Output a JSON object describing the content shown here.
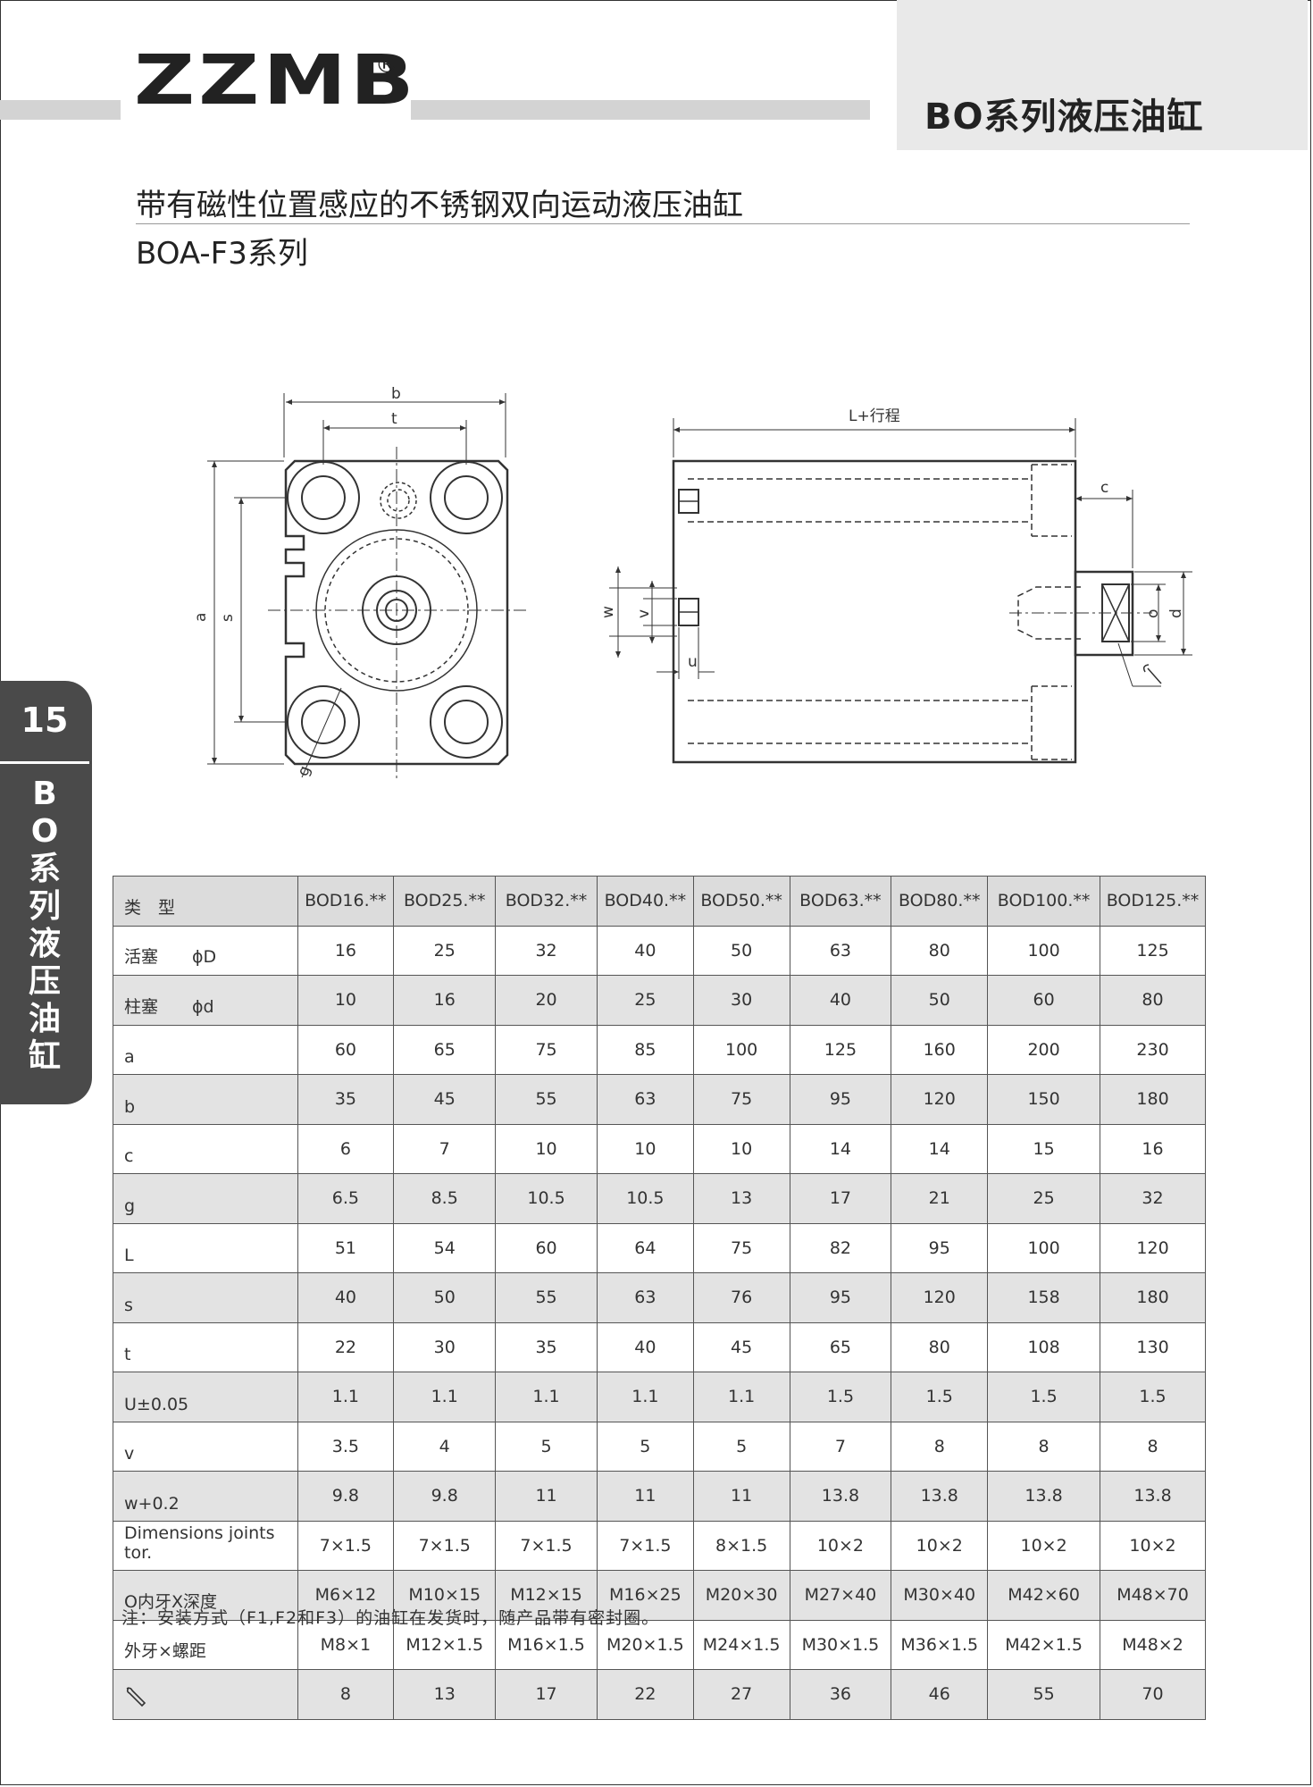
{
  "header": {
    "brand": "ZZMB",
    "registered": "®",
    "series_title": "BO系列液压油缸"
  },
  "subtitle": {
    "line1": "带有磁性位置感应的不锈钢双向运动液压油缸",
    "line2": "BOA-F3系列"
  },
  "side_tab": {
    "page_number": "15",
    "text": "BO系列液压油缸"
  },
  "drawing": {
    "front_labels": {
      "b": "b",
      "t": "t",
      "a": "a",
      "s": "s",
      "g": "g"
    },
    "side_labels": {
      "stroke": "L+行程",
      "c": "c",
      "w": "w",
      "v": "v",
      "u": "u",
      "o": "o",
      "d": "d"
    }
  },
  "table": {
    "header": [
      "类　型",
      "BOD16.**",
      "BOD25.**",
      "BOD32.**",
      "BOD40.**",
      "BOD50.**",
      "BOD63.**",
      "BOD80.**",
      "BOD100.**",
      "BOD125.**"
    ],
    "rows": [
      {
        "label": "活塞　　ϕD",
        "cells": [
          "16",
          "25",
          "32",
          "40",
          "50",
          "63",
          "80",
          "100",
          "125"
        ]
      },
      {
        "label": "柱塞　　ϕd",
        "cells": [
          "10",
          "16",
          "20",
          "25",
          "30",
          "40",
          "50",
          "60",
          "80"
        ]
      },
      {
        "label": "a",
        "cells": [
          "60",
          "65",
          "75",
          "85",
          "100",
          "125",
          "160",
          "200",
          "230"
        ]
      },
      {
        "label": "b",
        "cells": [
          "35",
          "45",
          "55",
          "63",
          "75",
          "95",
          "120",
          "150",
          "180"
        ]
      },
      {
        "label": "c",
        "cells": [
          "6",
          "7",
          "10",
          "10",
          "10",
          "14",
          "14",
          "15",
          "16"
        ]
      },
      {
        "label": "g",
        "cells": [
          "6.5",
          "8.5",
          "10.5",
          "10.5",
          "13",
          "17",
          "21",
          "25",
          "32"
        ]
      },
      {
        "label": "L",
        "cells": [
          "51",
          "54",
          "60",
          "64",
          "75",
          "82",
          "95",
          "100",
          "120"
        ]
      },
      {
        "label": "s",
        "cells": [
          "40",
          "50",
          "55",
          "63",
          "76",
          "95",
          "120",
          "158",
          "180"
        ]
      },
      {
        "label": "t",
        "cells": [
          "22",
          "30",
          "35",
          "40",
          "45",
          "65",
          "80",
          "108",
          "130"
        ]
      },
      {
        "label": "U±0.05",
        "cells": [
          "1.1",
          "1.1",
          "1.1",
          "1.1",
          "1.1",
          "1.5",
          "1.5",
          "1.5",
          "1.5"
        ]
      },
      {
        "label": "v",
        "cells": [
          "3.5",
          "4",
          "5",
          "5",
          "5",
          "7",
          "8",
          "8",
          "8"
        ]
      },
      {
        "label": "w+0.2",
        "cells": [
          "9.8",
          "9.8",
          "11",
          "11",
          "11",
          "13.8",
          "13.8",
          "13.8",
          "13.8"
        ]
      },
      {
        "label": "Dimensions joints tor.",
        "cells": [
          "7×1.5",
          "7×1.5",
          "7×1.5",
          "7×1.5",
          "8×1.5",
          "10×2",
          "10×2",
          "10×2",
          "10×2"
        ]
      },
      {
        "label": "O内牙X深度",
        "cells": [
          "M6×12",
          "M10×15",
          "M12×15",
          "M16×25",
          "M20×30",
          "M27×40",
          "M30×40",
          "M42×60",
          "M48×70"
        ]
      },
      {
        "label": "外牙×螺距",
        "cells": [
          "M8×1",
          "M12×1.5",
          "M16×1.5",
          "M20×1.5",
          "M24×1.5",
          "M30×1.5",
          "M36×1.5",
          "M42×1.5",
          "M48×2"
        ]
      },
      {
        "label": "",
        "icon": "wrench-icon",
        "cells": [
          "8",
          "13",
          "17",
          "22",
          "27",
          "36",
          "46",
          "55",
          "70"
        ]
      }
    ]
  },
  "note": "注：安装方式（F1,F2和F3）的油缸在发货时，随产品带有密封圈。"
}
